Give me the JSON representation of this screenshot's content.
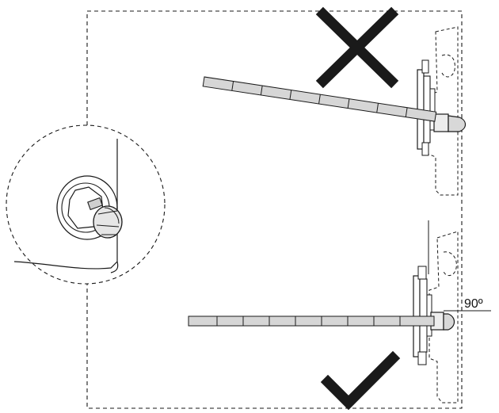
{
  "diagram": {
    "angle_label": "90º",
    "incorrect_mark_icon": "cross-mark",
    "correct_mark_icon": "check-mark",
    "ruler_segments_incorrect": 8,
    "ruler_segments_correct": 9,
    "colors": {
      "line": "#1a1a1a",
      "ruler_fill": "#d6d6d6",
      "mark": "#1a1a1a",
      "background": "#ffffff"
    }
  }
}
